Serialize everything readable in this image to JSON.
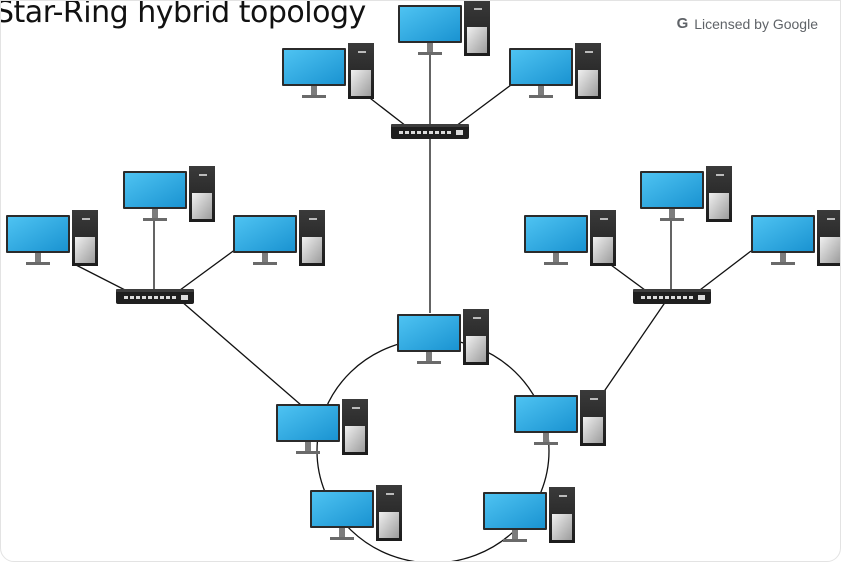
{
  "title": "Star-Ring hybrid topology",
  "license": {
    "icon": "google-g-icon",
    "text": "Licensed by Google"
  },
  "colors": {
    "screen": "#29a8e0",
    "tower": "#2a2a2a",
    "switch": "#222222",
    "line": "#111111"
  },
  "devices": {
    "switches": 3,
    "ring_computers": 5,
    "star_computers": 9
  }
}
